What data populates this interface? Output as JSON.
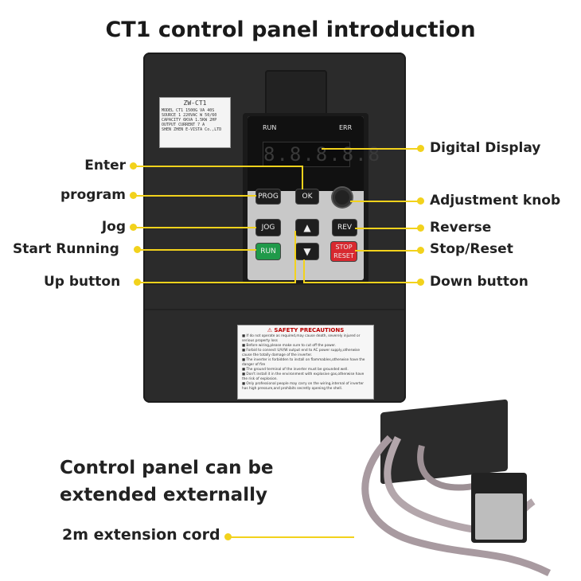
{
  "title": "CT1 control panel introduction",
  "nameplate": {
    "title": "ZW-CT1",
    "lines": [
      "MODEL CT1 1500G  VA 40S",
      "SOURCE 1 220VAC W 50/60",
      "CAPACITY 6KVA 1.5KW 2HP",
      "OUTPUT CURRENT 7 A",
      "SHEN ZHEN E-VISTA Co.,LTD"
    ]
  },
  "panel": {
    "run_label": "RUN",
    "err_label": "ERR",
    "display": "8.8.8.8.8",
    "buttons": {
      "prog": "PROG",
      "ok": "OK",
      "jog": "JOG",
      "rev": "REV",
      "run": "RUN",
      "stop": "STOP",
      "reset": "RESET",
      "up": "▲",
      "down": "▼"
    }
  },
  "callouts": {
    "enter": "Enter",
    "program": "program",
    "jog": "Jog",
    "start_running": "Start Running",
    "up_button": "Up button",
    "digital_display": "Digital Display",
    "adjustment_knob": "Adjustment knob",
    "reverse": "Reverse",
    "stop_reset": "Stop/Reset",
    "down_button": "Down button"
  },
  "safety": {
    "title": "⚠ SAFETY PRECAUTIONS",
    "lines": [
      "■ If do not operate as required,may cause death, severely injured or serious property loss",
      "■ Before wiring,please make sure to cut off the power.",
      "■ Forbid to connect U/V/W output end to AC power supply,otherwise cause the totally damage of the inverter.",
      "■ The inverter is forbidden to install on flammables,otherwise have the danger of fire",
      "■ The ground terminal of the inverter must be grounded well.",
      "■ Don't install it in the environment with explosive gas,otherwise have the risk of explosion.",
      "■ Only professional people may carry on the wiring,internal of inverter has high pressure,and prohibits secretly opening the shell."
    ]
  },
  "extension": {
    "heading_line1": "Control panel can be",
    "heading_line2": "extended externally",
    "cord_label": "2m extension cord"
  },
  "colors": {
    "accent": "#f2d21c",
    "run_button": "#1f9a4a",
    "stop_button": "#d8282f"
  }
}
